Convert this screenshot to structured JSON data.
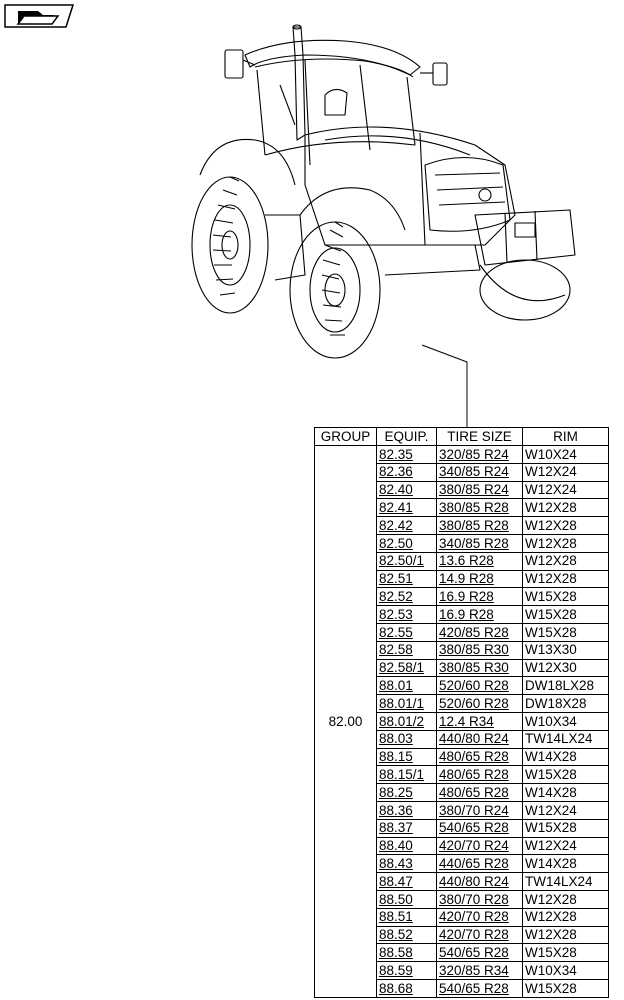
{
  "nav": {
    "icon": "open-folder-icon"
  },
  "illustration": {
    "icon": "tractor-line-drawing"
  },
  "table": {
    "headers": {
      "group": "GROUP",
      "equip": "EQUIP.",
      "tire_size": "TIRE SIZE",
      "rim": "RIM"
    },
    "group_value": "82.00",
    "rows": [
      {
        "equip": "82.35",
        "tire_size": "320/85 R24",
        "rim": "W10X24"
      },
      {
        "equip": "82.36",
        "tire_size": "340/85 R24",
        "rim": "W12X24"
      },
      {
        "equip": "82.40",
        "tire_size": "380/85 R24",
        "rim": "W12X24"
      },
      {
        "equip": "82.41",
        "tire_size": "380/85 R28",
        "rim": "W12X28"
      },
      {
        "equip": "82.42",
        "tire_size": "380/85 R28",
        "rim": "W12X28"
      },
      {
        "equip": "82.50",
        "tire_size": "340/85 R28",
        "rim": "W12X28"
      },
      {
        "equip": "82.50/1",
        "tire_size": "13.6 R28",
        "rim": "W12X28"
      },
      {
        "equip": "82.51",
        "tire_size": "14.9 R28",
        "rim": "W12X28"
      },
      {
        "equip": "82.52",
        "tire_size": "16.9 R28",
        "rim": "W15X28"
      },
      {
        "equip": "82.53",
        "tire_size": "16.9 R28",
        "rim": "W15X28"
      },
      {
        "equip": "82.55",
        "tire_size": "420/85 R28",
        "rim": "W15X28"
      },
      {
        "equip": "82.58",
        "tire_size": "380/85 R30",
        "rim": "W13X30"
      },
      {
        "equip": "82.58/1",
        "tire_size": "380/85 R30",
        "rim": "W12X30"
      },
      {
        "equip": "88.01",
        "tire_size": "520/60 R28",
        "rim": "DW18LX28"
      },
      {
        "equip": "88.01/1",
        "tire_size": "520/60 R28",
        "rim": "DW18X28"
      },
      {
        "equip": "88.01/2",
        "tire_size": "12.4 R34",
        "rim": "W10X34"
      },
      {
        "equip": "88.03",
        "tire_size": "440/80 R24",
        "rim": "TW14LX24"
      },
      {
        "equip": "88.15",
        "tire_size": "480/65 R28",
        "rim": "W14X28"
      },
      {
        "equip": "88.15/1",
        "tire_size": "480/65 R28",
        "rim": "W15X28"
      },
      {
        "equip": "88.25",
        "tire_size": "480/65 R28",
        "rim": "W14X28"
      },
      {
        "equip": "88.36",
        "tire_size": "380/70 R24",
        "rim": "W12X24"
      },
      {
        "equip": "88.37",
        "tire_size": "540/65 R28",
        "rim": "W15X28"
      },
      {
        "equip": "88.40",
        "tire_size": "420/70 R24",
        "rim": "W12X24"
      },
      {
        "equip": "88.43",
        "tire_size": "440/65 R28",
        "rim": "W14X28"
      },
      {
        "equip": "88.47",
        "tire_size": "440/80 R24",
        "rim": "TW14LX24"
      },
      {
        "equip": "88.50",
        "tire_size": "380/70 R28",
        "rim": "W12X28"
      },
      {
        "equip": "88.51",
        "tire_size": "420/70 R28",
        "rim": "W12X28"
      },
      {
        "equip": "88.52",
        "tire_size": "420/70 R28",
        "rim": "W12X28"
      },
      {
        "equip": "88.58",
        "tire_size": "540/65 R28",
        "rim": "W15X28"
      },
      {
        "equip": "88.59",
        "tire_size": "320/85 R34",
        "rim": "W10X34"
      },
      {
        "equip": "88.68",
        "tire_size": "540/65 R28",
        "rim": "W15X28"
      }
    ]
  }
}
